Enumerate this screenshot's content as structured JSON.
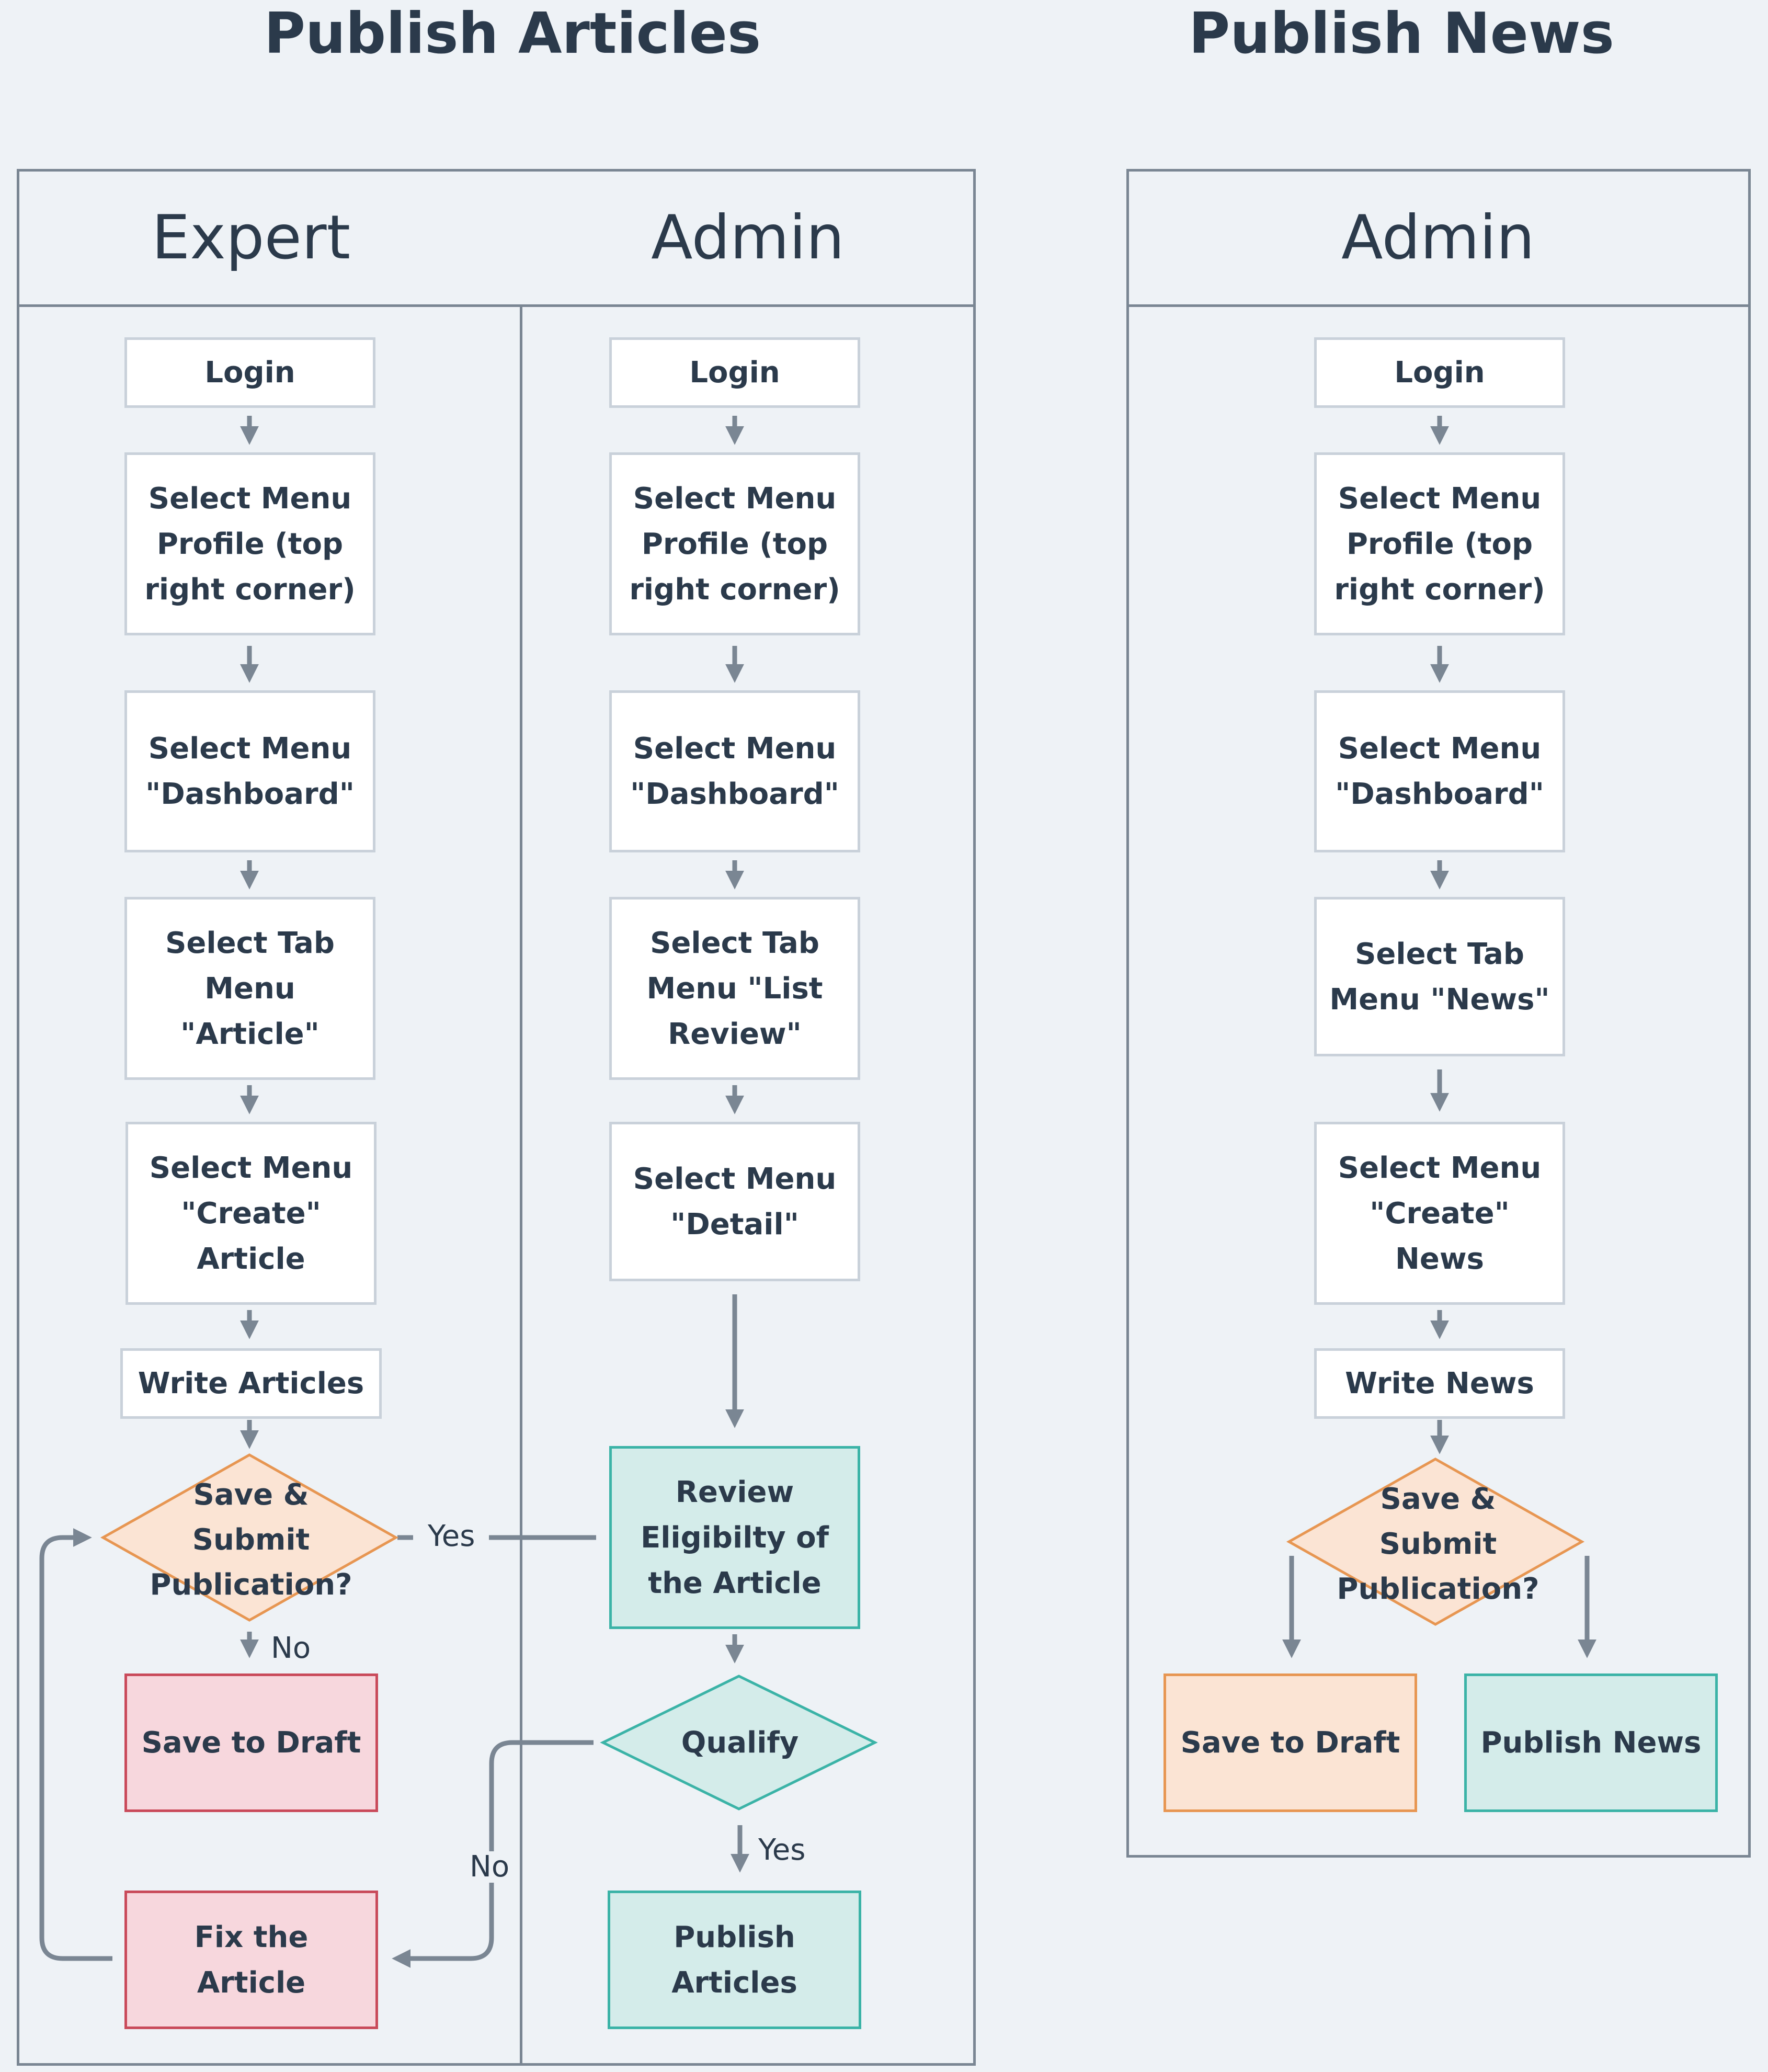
{
  "titles": {
    "articles": "Publish Articles",
    "news": "Publish News"
  },
  "lanes": {
    "expert": "Expert",
    "admin_articles": "Admin",
    "admin_news": "Admin"
  },
  "expert": {
    "login": "Login",
    "profile": "Select Menu Profile (top right corner)",
    "dashboard": "Select Menu \"Dashboard\"",
    "tab": "Select Tab Menu \"Article\"",
    "create": "Select Menu \"Create\" Article",
    "write": "Write Articles",
    "decision": "Save & Submit Publication?",
    "draft": "Save to Draft",
    "fix": "Fix the Article"
  },
  "admin_articles": {
    "login": "Login",
    "profile": "Select Menu Profile (top right corner)",
    "dashboard": "Select Menu \"Dashboard\"",
    "tab": "Select Tab Menu \"List Review\"",
    "detail": "Select Menu \"Detail\"",
    "review": "Review Eligibilty of the Article",
    "qualify": "Qualify",
    "publish": "Publish Articles"
  },
  "admin_news": {
    "login": "Login",
    "profile": "Select Menu Profile (top right corner)",
    "dashboard": "Select Menu \"Dashboard\"",
    "tab": "Select Tab Menu \"News\"",
    "create": "Select Menu \"Create\" News",
    "write": "Write News",
    "decision": "Save & Submit Publication?",
    "draft": "Save to Draft",
    "publish": "Publish News"
  },
  "edge_labels": {
    "yes_submit": "Yes",
    "no_submit": "No",
    "no_qualify": "No",
    "yes_qualify": "Yes"
  },
  "colors": {
    "line": "#7a8693",
    "text": "#2b3a4b",
    "pink_fill": "#f7d7dd",
    "pink_stroke": "#c94a5a",
    "teal_fill": "#d4ecea",
    "teal_stroke": "#3bb3a7",
    "orange_fill": "#fbe4d4",
    "orange_stroke": "#e79652"
  }
}
